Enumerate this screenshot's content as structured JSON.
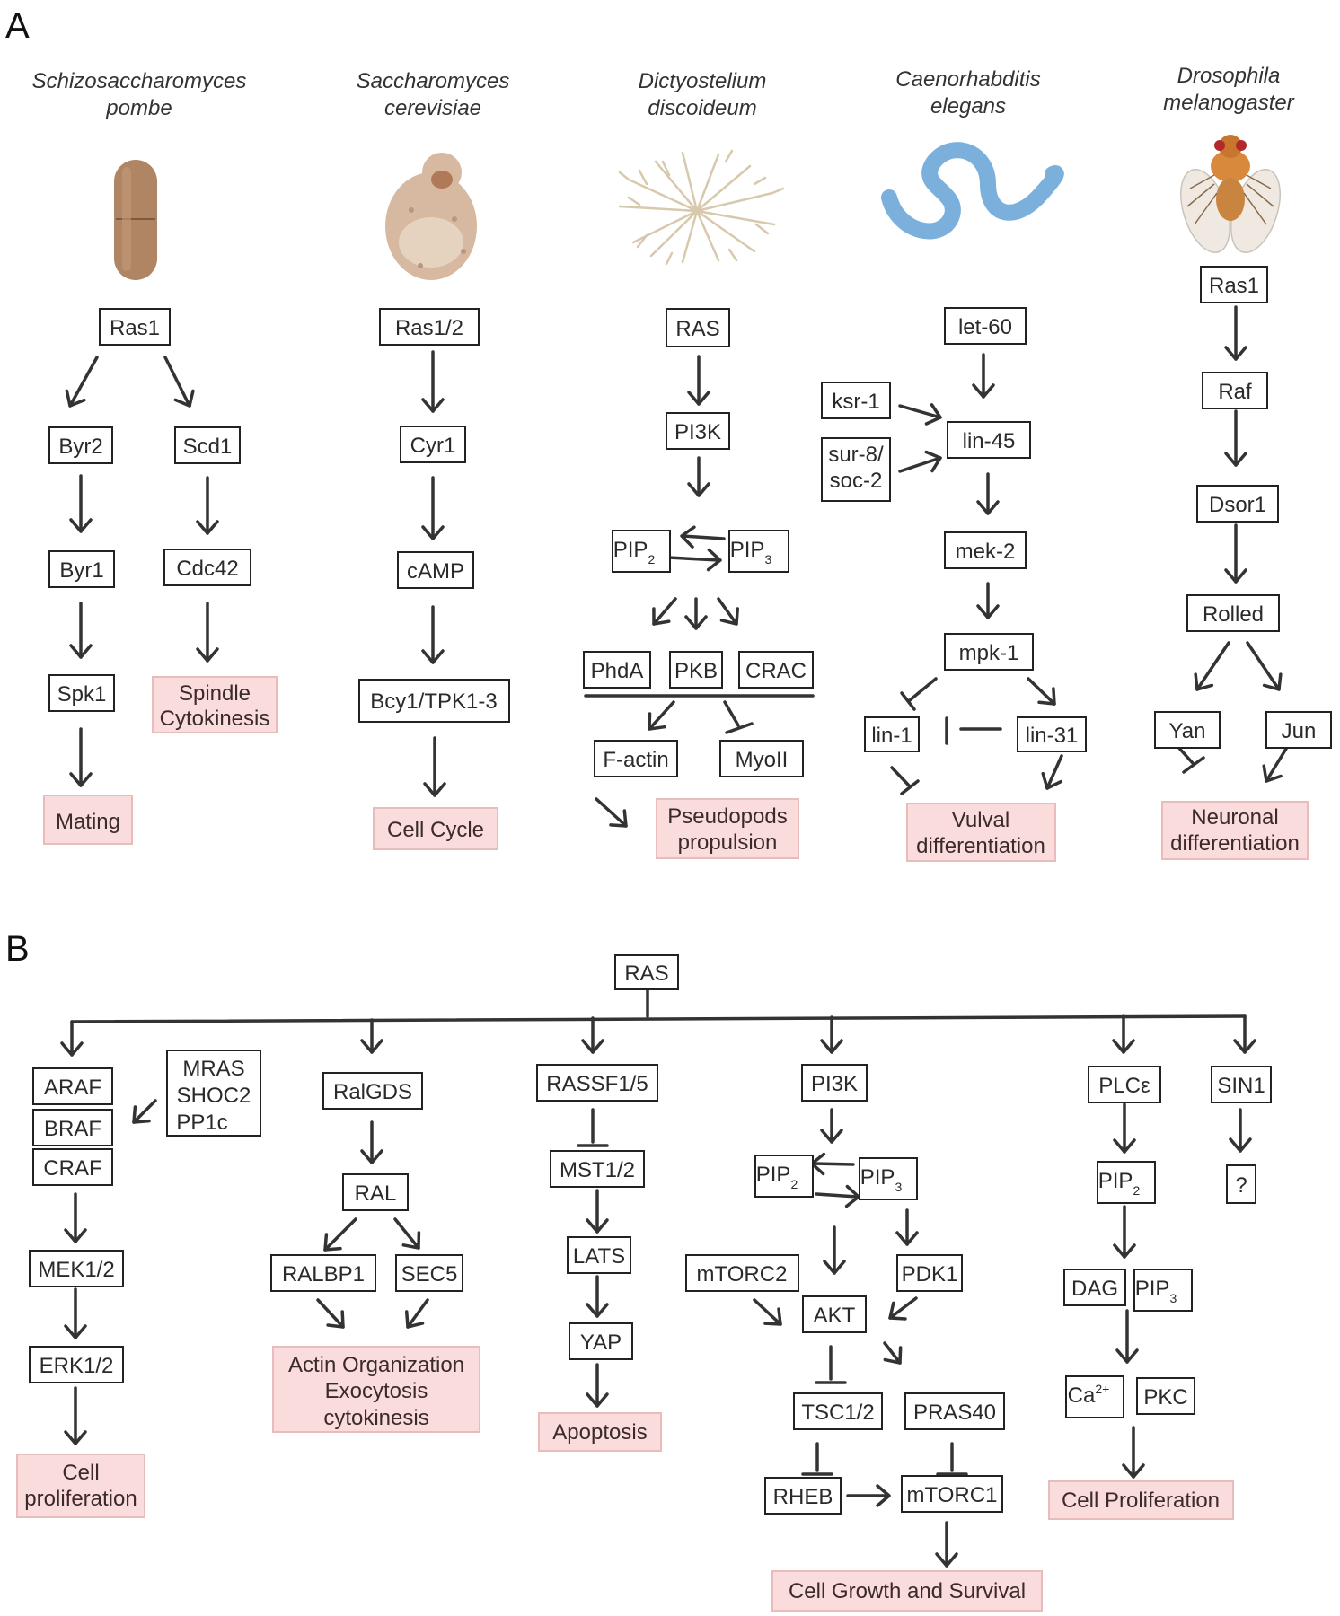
{
  "panels": {
    "a": "A",
    "b": "B"
  },
  "species": [
    {
      "line1": "Schizosaccharomyces",
      "line2": "pombe"
    },
    {
      "line1": "Saccharomyces",
      "line2": "cerevisiae"
    },
    {
      "line1": "Dictyostelium",
      "line2": "discoideum"
    },
    {
      "line1": "Caenorhabditis",
      "line2": "elegans"
    },
    {
      "line1": "Drosophila",
      "line2": "melanogaster"
    }
  ],
  "organism_icons": [
    "fission-yeast-icon",
    "budding-yeast-icon",
    "dictyostelium-icon",
    "worm-icon",
    "fly-icon"
  ],
  "colors": {
    "outcome_fill": "#fbdcdc",
    "outcome_border": "#e9bcbc",
    "line": "#333333"
  },
  "nodes": {
    "s1_ras1": "Ras1",
    "s1_byr2": "Byr2",
    "s1_byr1": "Byr1",
    "s1_spk1": "Spk1",
    "s1_scd1": "Scd1",
    "s1_cdc42": "Cdc42",
    "s2_ras12": "Ras1/2",
    "s2_cyr1": "Cyr1",
    "s2_camp": "cAMP",
    "s2_bcy1": "Bcy1/TPK1-3",
    "d_ras": "RAS",
    "d_pi3k": "PI3K",
    "d_pip2": "PIP",
    "d_pip3": "PIP",
    "d_phda": "PhdA",
    "d_pkb": "PKB",
    "d_crac": "CRAC",
    "d_factin": "F-actin",
    "d_myoii": "MyoII",
    "c_let60": "let-60",
    "c_ksr1": "ksr-1",
    "c_sur8a": "sur-8/",
    "c_sur8b": "soc-2",
    "c_lin45": "lin-45",
    "c_mek2": "mek-2",
    "c_mpk1": "mpk-1",
    "c_lin1": "lin-1",
    "c_lin31": "lin-31",
    "f_ras1": "Ras1",
    "f_raf": "Raf",
    "f_dsor1": "Dsor1",
    "f_rolled": "Rolled",
    "f_yan": "Yan",
    "f_jun": "Jun",
    "b_ras": "RAS",
    "b_araf": "ARAF",
    "b_braf": "BRAF",
    "b_craf": "CRAF",
    "b_mras": "MRAS",
    "b_shoc2": "SHOC2",
    "b_pp1c": "PP1c",
    "b_mek": "MEK1/2",
    "b_erk": "ERK1/2",
    "b_ralgds": "RalGDS",
    "b_ral": "RAL",
    "b_ralbp1": "RALBP1",
    "b_sec5": "SEC5",
    "b_rassf": "RASSF1/5",
    "b_mst": "MST1/2",
    "b_lats": "LATS",
    "b_yap": "YAP",
    "b_pi3k": "PI3K",
    "b_pip2": "PIP",
    "b_pip3": "PIP",
    "b_mtorc2": "mTORC2",
    "b_pdk1": "PDK1",
    "b_akt": "AKT",
    "b_tsc": "TSC1/2",
    "b_pras40": "PRAS40",
    "b_rheb": "RHEB",
    "b_mtorc1": "mTORC1",
    "b_plce": "PLCε",
    "b_pip2b": "PIP",
    "b_dag": "DAG",
    "b_pip3b": "PIP",
    "b_ca": "Ca",
    "b_pkc": "PKC",
    "b_sin1": "SIN1",
    "b_q": "?"
  },
  "subs": {
    "two": "2",
    "three": "3",
    "ca": "2+"
  },
  "outcomes": {
    "s1_mating": "Mating",
    "s1_spindle": "Spindle",
    "s1_cytokinesis": "Cytokinesis",
    "s2_cellcycle": "Cell Cycle",
    "d_pseudo1": "Pseudopods",
    "d_pseudo2": "propulsion",
    "c_vulval1": "Vulval",
    "c_vulval2": "differentiation",
    "f_neuronal1": "Neuronal",
    "f_neuronal2": "differentiation",
    "b_cellprolif1": "Cell",
    "b_cellprolif2": "proliferation",
    "b_actin1": "Actin Organization",
    "b_actin2": "Exocytosis",
    "b_actin3": "cytokinesis",
    "b_apoptosis": "Apoptosis",
    "b_growth": "Cell Growth and Survival",
    "b_cellprolif_cap": "Cell Proliferation"
  }
}
